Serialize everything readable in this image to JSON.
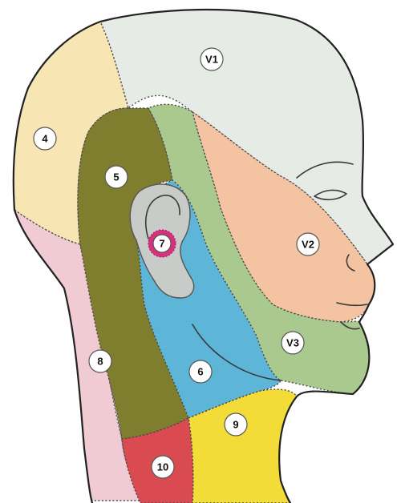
{
  "colors": {
    "V1": "#e6ebe6",
    "V2": "#f4c3a1",
    "V3": "#a9c98e",
    "4": "#f7e6b4",
    "5": "#7f7d2e",
    "6": "#5db6d8",
    "7": "#d7307f",
    "8": "#f1cbd3",
    "9": "#f4dc38",
    "10": "#d94a51",
    "ear": "#c9cbc9"
  },
  "regions": [
    {
      "id": "V1",
      "label": "V1"
    },
    {
      "id": "V2",
      "label": "V2"
    },
    {
      "id": "V3",
      "label": "V3"
    },
    {
      "id": "4",
      "label": "4"
    },
    {
      "id": "5",
      "label": "5"
    },
    {
      "id": "6",
      "label": "6"
    },
    {
      "id": "7",
      "label": "7"
    },
    {
      "id": "8",
      "label": "8"
    },
    {
      "id": "9",
      "label": "9"
    },
    {
      "id": "10",
      "label": "10"
    }
  ]
}
